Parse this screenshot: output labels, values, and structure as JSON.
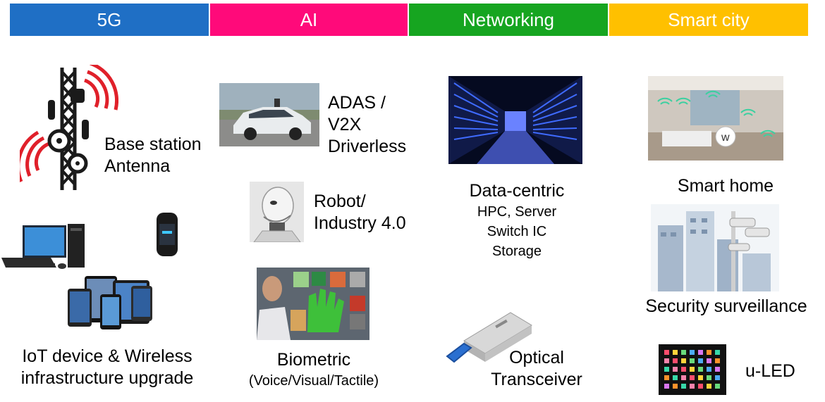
{
  "header": {
    "categories": [
      {
        "label": "5G",
        "color": "#1f6fc5"
      },
      {
        "label": "AI",
        "color": "#ff0a7a"
      },
      {
        "label": "Networking",
        "color": "#16a520"
      },
      {
        "label": "Smart city",
        "color": "#ffc000"
      }
    ]
  },
  "g5": {
    "base_station": {
      "line1": "Base station",
      "line2": "Antenna"
    },
    "iot": {
      "line1": "IoT device & Wireless",
      "line2": "infrastructure upgrade"
    }
  },
  "ai": {
    "adas": {
      "line1": "ADAS /",
      "line2": "V2X",
      "line3": "Driverless"
    },
    "robot": {
      "line1": "Robot/",
      "line2": "Industry 4.0"
    },
    "biometric": {
      "line1": "Biometric",
      "line2": "(Voice/Visual/Tactile)"
    }
  },
  "networking": {
    "datacentric": {
      "title": "Data-centric",
      "line1": "HPC, Server",
      "line2": "Switch  IC",
      "line3": "Storage"
    },
    "optical": {
      "line1": "Optical",
      "line2": "Transceiver"
    }
  },
  "smartcity": {
    "smart_home": "Smart home",
    "security": "Security surveillance",
    "uled": "u-LED"
  },
  "icons": {
    "antenna_color": "#e0202a",
    "wireless_overlay": "w"
  }
}
